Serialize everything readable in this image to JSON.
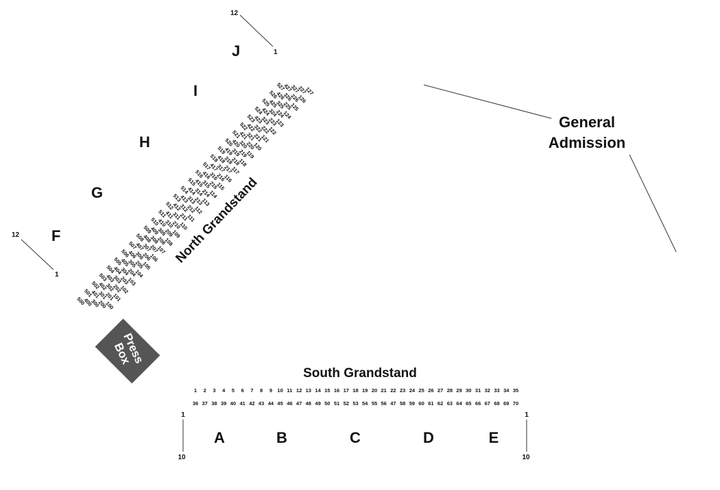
{
  "press_box": {
    "line1": "Press",
    "line2": "Box",
    "color": "#555555"
  },
  "north_grandstand": {
    "label": "North Grandstand",
    "sections": [
      "F",
      "G",
      "H",
      "I",
      "J"
    ],
    "row_markers": {
      "left": {
        "top": "12",
        "bottom": "1"
      },
      "right": {
        "top": "12",
        "bottom": "1"
      }
    },
    "seat_rows": [
      [
        "100",
        "101",
        "102",
        "103",
        "104",
        "105",
        "106",
        "107",
        "108",
        "109",
        "110",
        "111",
        "112",
        "113",
        "114",
        "115",
        "116",
        "117",
        "118",
        "119",
        "120",
        "121",
        "122",
        "123",
        "124",
        "125",
        "126",
        "127"
      ],
      [
        "200",
        "201",
        "202",
        "203",
        "204",
        "205",
        "206",
        "207",
        "208",
        "209",
        "210",
        "211",
        "212",
        "213",
        "214",
        "215",
        "216",
        "217",
        "218",
        "219",
        "220",
        "221",
        "222",
        "223",
        "224",
        "225",
        "226",
        "227"
      ],
      [
        "300",
        "301",
        "302",
        "303",
        "304",
        "305",
        "306",
        "307",
        "308",
        "309",
        "310",
        "311",
        "312",
        "313",
        "314",
        "315",
        "316",
        "317",
        "318",
        "319",
        "320",
        "321",
        "322",
        "323",
        "324",
        "325",
        "326",
        "327"
      ],
      [
        "400",
        "401",
        "402",
        "403",
        "404",
        "405",
        "406",
        "407",
        "408",
        "409",
        "410",
        "411",
        "412",
        "413",
        "414",
        "415",
        "416",
        "417",
        "418",
        "419",
        "420",
        "421",
        "422",
        "423",
        "424",
        "425",
        "426",
        "427"
      ],
      [
        "500",
        "501",
        "502",
        "503",
        "504",
        "505",
        "506",
        "507",
        "508",
        "509",
        "510",
        "511",
        "512",
        "513",
        "514",
        "515",
        "516",
        "517",
        "518",
        "519",
        "520",
        "521",
        "522",
        "523",
        "524",
        "525",
        "526",
        "527"
      ]
    ]
  },
  "general_admission": {
    "line1": "General",
    "line2": "Admission"
  },
  "south_grandstand": {
    "label": "South Grandstand",
    "sections": [
      "A",
      "B",
      "C",
      "D",
      "E"
    ],
    "row_markers": {
      "left": {
        "top": "1",
        "bottom": "10"
      },
      "right": {
        "top": "1",
        "bottom": "10"
      }
    },
    "seat_row_1": [
      "1",
      "2",
      "3",
      "4",
      "5",
      "6",
      "7",
      "8",
      "9",
      "10",
      "11",
      "12",
      "13",
      "14",
      "15",
      "16",
      "17",
      "18",
      "19",
      "20",
      "21",
      "22",
      "23",
      "24",
      "25",
      "26",
      "27",
      "28",
      "29",
      "30",
      "31",
      "32",
      "33",
      "34",
      "35"
    ],
    "seat_row_2": [
      "36",
      "37",
      "38",
      "39",
      "40",
      "41",
      "42",
      "43",
      "44",
      "45",
      "46",
      "47",
      "48",
      "49",
      "50",
      "51",
      "52",
      "53",
      "54",
      "55",
      "56",
      "47",
      "58",
      "59",
      "60",
      "61",
      "62",
      "63",
      "64",
      "65",
      "66",
      "67",
      "68",
      "69",
      "70"
    ]
  }
}
